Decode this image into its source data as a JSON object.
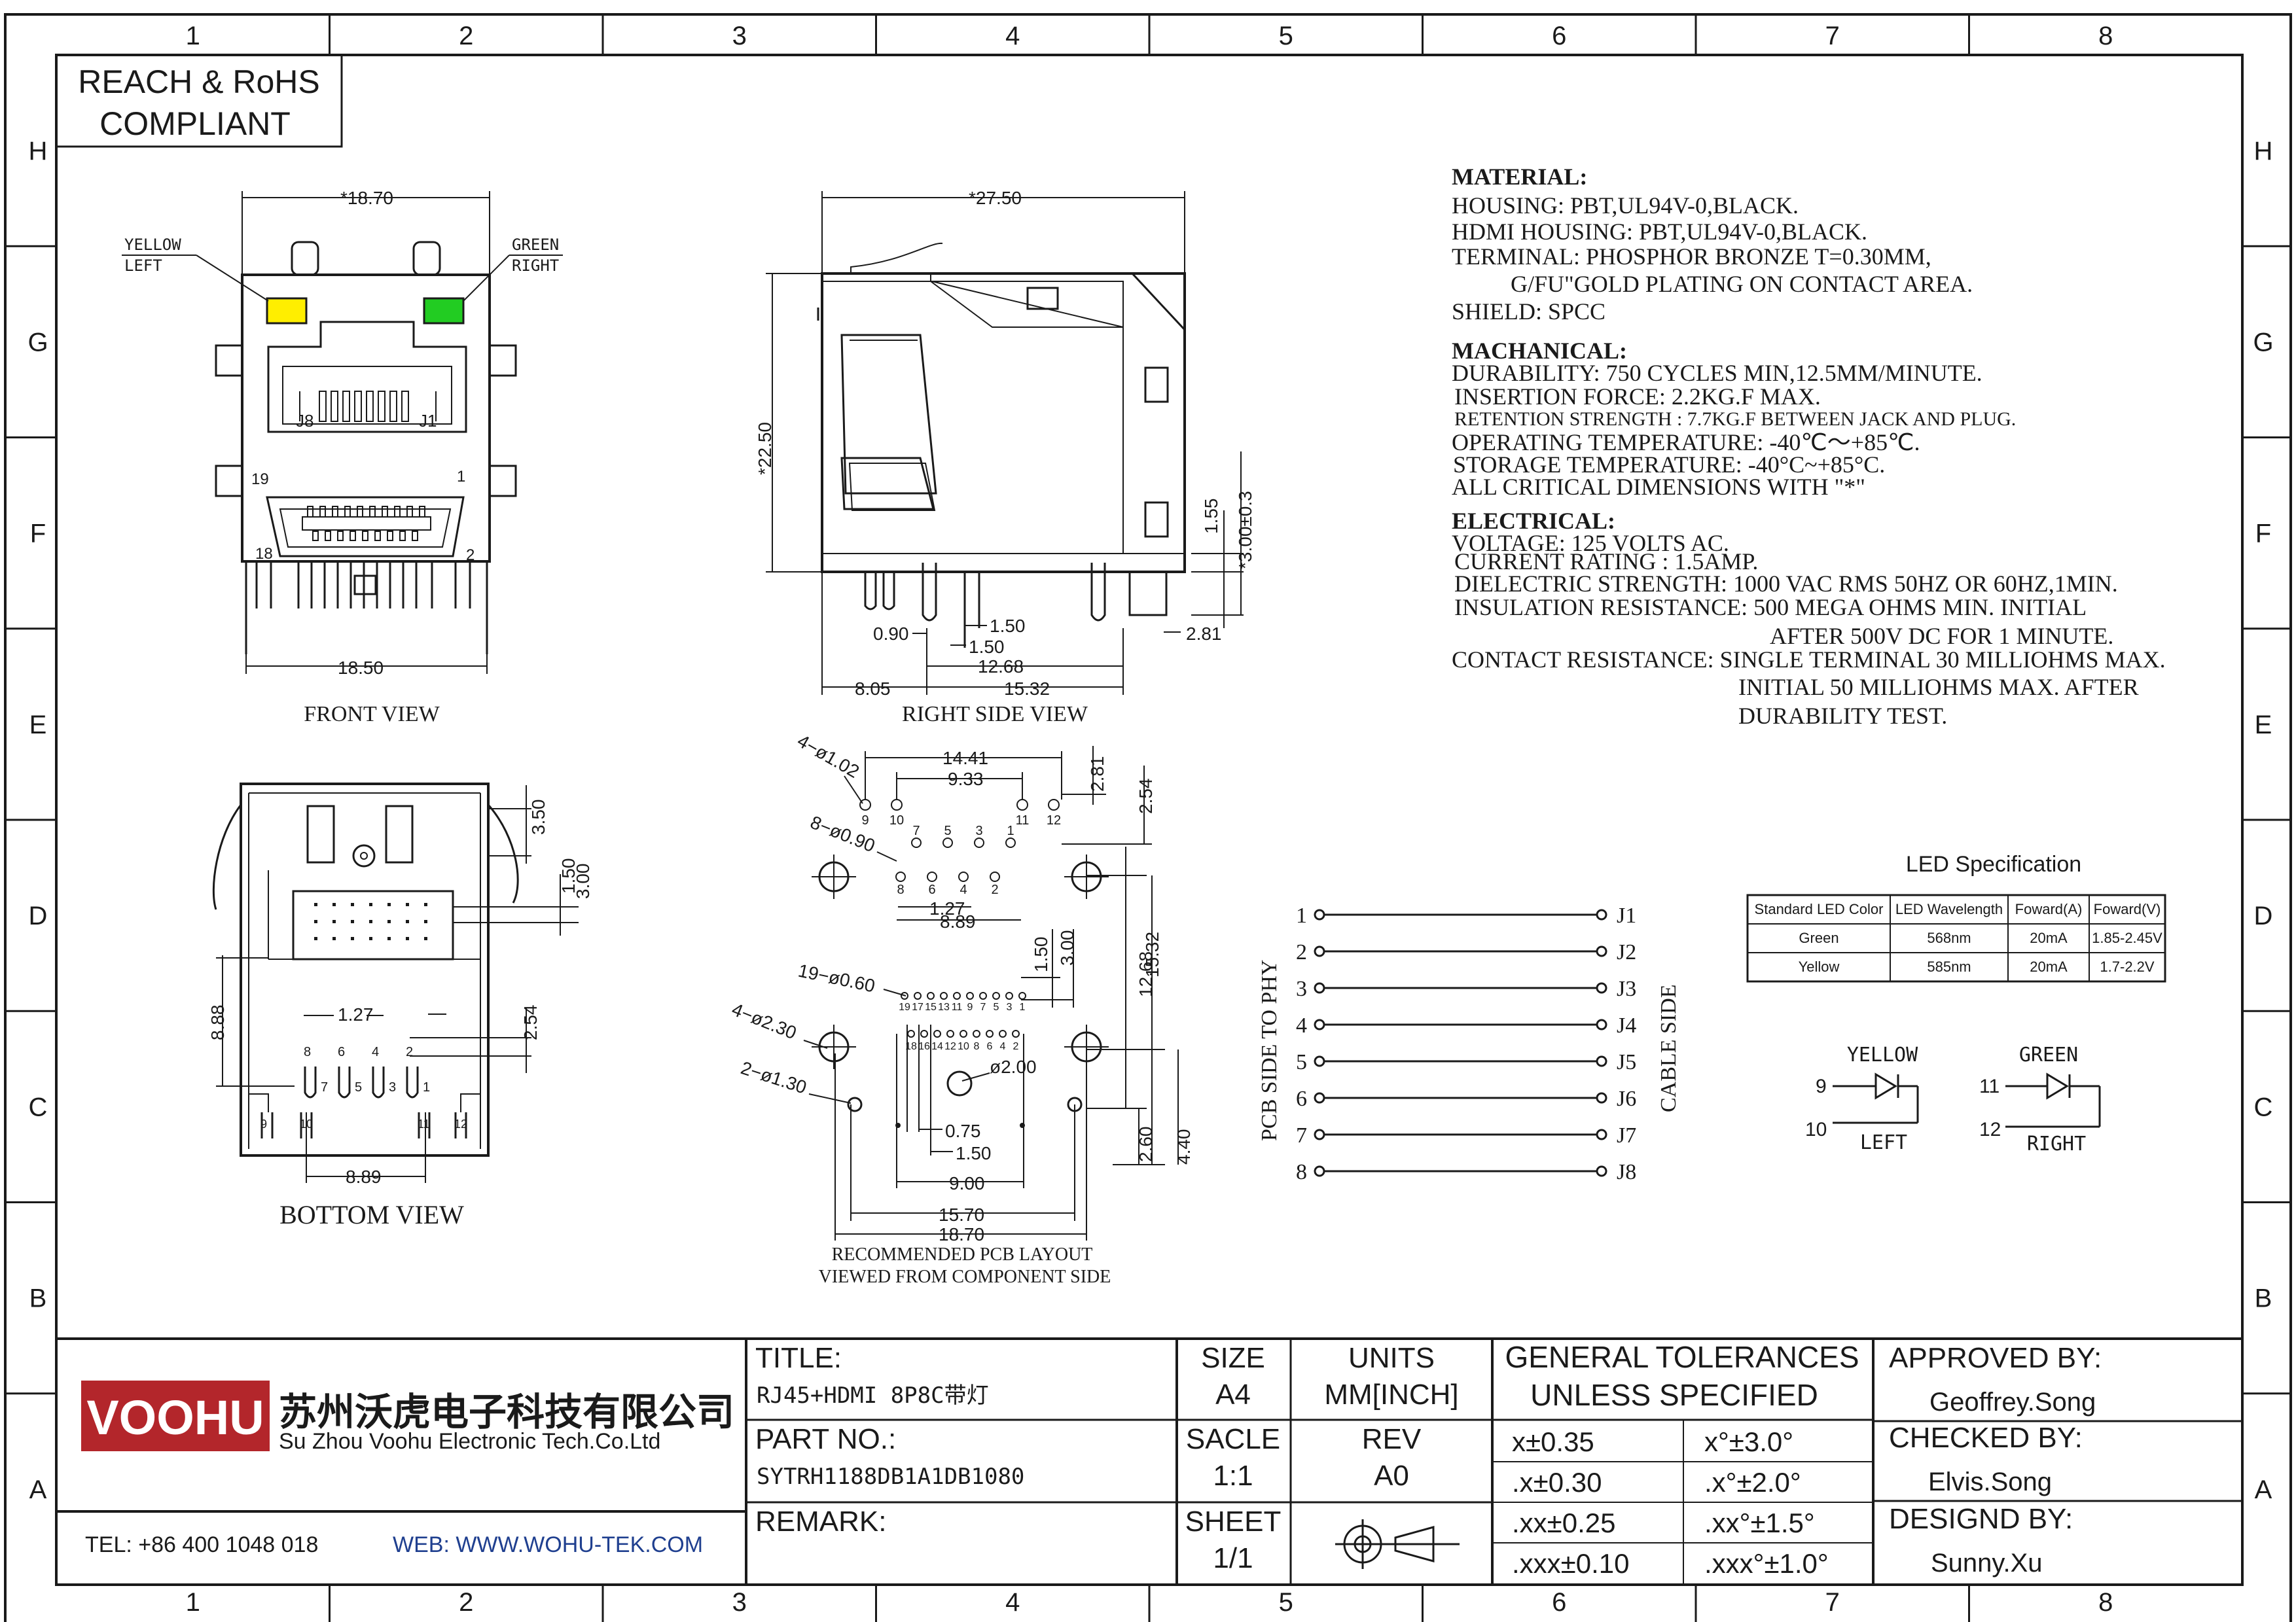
{
  "colors": {
    "ink": "#1a1a1a",
    "brand": "#b3262b",
    "link": "#1f3f8f",
    "led_yellow": "#ffee00",
    "led_green": "#22cc22"
  },
  "frame": {
    "col_labels": [
      "1",
      "2",
      "3",
      "4",
      "5",
      "6",
      "7",
      "8"
    ],
    "row_labels": [
      "H",
      "G",
      "F",
      "E",
      "D",
      "C",
      "B",
      "A"
    ]
  },
  "compliance": {
    "line1": "REACH & RoHS",
    "line2": "COMPLIANT"
  },
  "front_view": {
    "caption": "FRONT VIEW",
    "dim_top": "*18.70",
    "dim_bottom": "18.50",
    "led_left_color": "YELLOW",
    "led_left_pos": "LEFT",
    "led_right_color": "GREEN",
    "led_right_pos": "RIGHT",
    "pin_j8": "J8",
    "pin_j1": "J1",
    "pin_19": "19",
    "pin_1": "1",
    "pin_18": "18",
    "pin_2": "2"
  },
  "right_view": {
    "caption": "RIGHT SIDE VIEW",
    "dim_top": "*27.50",
    "dim_height": "*22.50",
    "dim_155": "1.55",
    "dim_300": "*3.00±0.3",
    "dim_090": "0.90",
    "dim_150a": "1.50",
    "dim_150b": "1.50",
    "dim_1268": "12.68",
    "dim_281": "2.81",
    "dim_805": "8.05",
    "dim_1532": "15.32"
  },
  "bottom_view": {
    "caption": "BOTTOM VIEW",
    "dim_350": "3.50",
    "dim_150": "1.50",
    "dim_300": "3.00",
    "dim_888": "8.88",
    "dim_127": "1.27",
    "dim_254": "2.54",
    "dim_889": "8.89",
    "pins_top": [
      "8",
      "6",
      "4",
      "2"
    ],
    "pins_mid": [
      "7",
      "5",
      "3",
      "1"
    ],
    "pins_bottom": [
      "9",
      "10",
      "11",
      "12"
    ]
  },
  "pcb_layout": {
    "caption1": "RECOMMENDED PCB LAYOUT",
    "caption2": "VIEWED FROM COMPONENT SIDE",
    "hole_102": "4−ø1.02",
    "hole_090": "8−ø0.90",
    "hole_060": "19−ø0.60",
    "hole_230": "4−ø2.30",
    "hole_130": "2−ø1.30",
    "hole_200": "ø2.00",
    "dim_1441": "14.41",
    "dim_933": "9.33",
    "dim_281": "2.81",
    "dim_254": "2.54",
    "dim_127": "1.27",
    "dim_889": "8.89",
    "dim_150": "1.50",
    "dim_300": "3.00",
    "dim_1532": "15.32",
    "dim_1268": "12.68",
    "dim_260": "2.60",
    "dim_440": "4.40",
    "dim_075": "0.75",
    "dim_150b": "1.50",
    "dim_900": "9.00",
    "dim_1570": "15.70",
    "dim_1870": "18.70",
    "led_pins": [
      "9",
      "10",
      "11",
      "12"
    ],
    "rj_pins": [
      "8",
      "7",
      "6",
      "5",
      "4",
      "3",
      "2",
      "1"
    ],
    "hdmi_pins_top": [
      "19",
      "17",
      "15",
      "13",
      "11",
      "9",
      "7",
      "5",
      "3",
      "1"
    ],
    "hdmi_pins_bottom": [
      "18",
      "16",
      "14",
      "12",
      "10",
      "8",
      "6",
      "4",
      "2"
    ]
  },
  "schematic": {
    "left_label": "PCB SIDE TO PHY",
    "right_label": "CABLE SIDE",
    "pins": [
      "1",
      "2",
      "3",
      "4",
      "5",
      "6",
      "7",
      "8"
    ],
    "jacks": [
      "J1",
      "J2",
      "J3",
      "J4",
      "J5",
      "J6",
      "J7",
      "J8"
    ]
  },
  "specs": {
    "material_title": "MATERIAL:",
    "material": [
      "HOUSING: PBT,UL94V-0,BLACK.",
      "HDMI HOUSING: PBT,UL94V-0,BLACK.",
      "TERMINAL: PHOSPHOR BRONZE T=0.30MM,",
      "G/FU\"GOLD PLATING ON CONTACT AREA.",
      "SHIELD: SPCC"
    ],
    "mech_title": "MACHANICAL:",
    "mech": [
      "DURABILITY: 750 CYCLES MIN,12.5MM/MINUTE.",
      "INSERTION FORCE: 2.2KG.F MAX.",
      "RETENTION STRENGTH : 7.7KG.F BETWEEN JACK AND PLUG.",
      "OPERATING TEMPERATURE: -40℃～+85℃.",
      "STORAGE TEMPERATURE: -40°C~+85°C.",
      "ALL CRITICAL DIMENSIONS WITH \"*\""
    ],
    "elec_title": "ELECTRICAL:",
    "elec": [
      "VOLTAGE: 125 VOLTS AC.",
      "CURRENT RATING : 1.5AMP.",
      "DIELECTRIC STRENGTH: 1000 VAC RMS 50HZ OR 60HZ,1MIN.",
      "INSULATION RESISTANCE: 500 MEGA OHMS MIN. INITIAL",
      "AFTER 500V DC FOR 1 MINUTE.",
      "CONTACT RESISTANCE: SINGLE TERMINAL 30 MILLIOHMS MAX.",
      "INITIAL 50 MILLIOHMS MAX. AFTER",
      "DURABILITY TEST."
    ]
  },
  "led_spec": {
    "title": "LED Specification",
    "headers": [
      "Standard LED Color",
      "LED Wavelength",
      "Foward(A)",
      "Foward(V)"
    ],
    "rows": [
      [
        "Green",
        "568nm",
        "20mA",
        "1.85-2.45V"
      ],
      [
        "Yellow",
        "585nm",
        "20mA",
        "1.7-2.2V"
      ]
    ]
  },
  "led_symbols": {
    "yellow_label": "YELLOW",
    "yellow_pin_a": "9",
    "yellow_pin_k": "10",
    "yellow_pos": "LEFT",
    "green_label": "GREEN",
    "green_pin_a": "11",
    "green_pin_k": "12",
    "green_pos": "RIGHT"
  },
  "title_block": {
    "logo": "VOOHU",
    "company_cn": "苏州沃虎电子科技有限公司",
    "company_en": "Su Zhou Voohu Electronic Tech.Co.Ltd",
    "tel": "TEL: +86 400 1048 018",
    "web": "WEB: WWW.WOHU-TEK.COM",
    "title_label": "TITLE:",
    "title_value": "RJ45+HDMI 8P8C带灯",
    "part_label": "PART NO.:",
    "part_value": "SYTRH1188DB1A1DB1080",
    "remark_label": "REMARK:",
    "size_label": "SIZE",
    "size_value": "A4",
    "units_label": "UNITS",
    "units_value": "MM[INCH]",
    "scale_label": "SACLE",
    "scale_value": "1:1",
    "rev_label": "REV",
    "rev_value": "A0",
    "sheet_label": "SHEET",
    "sheet_value": "1/1",
    "tol_title1": "GENERAL TOLERANCES",
    "tol_title2": "UNLESS SPECIFIED",
    "tol": [
      [
        "x±0.35",
        "x°±3.0°"
      ],
      [
        ".x±0.30",
        ".x°±2.0°"
      ],
      [
        ".xx±0.25",
        ".xx°±1.5°"
      ],
      [
        ".xxx±0.10",
        ".xxx°±1.0°"
      ]
    ],
    "approved_label": "APPROVED BY:",
    "approved_value": "Geoffrey.Song",
    "checked_label": "CHECKED BY:",
    "checked_value": "Elvis.Song",
    "designed_label": "DESIGND BY:",
    "designed_value": "Sunny.Xu"
  }
}
